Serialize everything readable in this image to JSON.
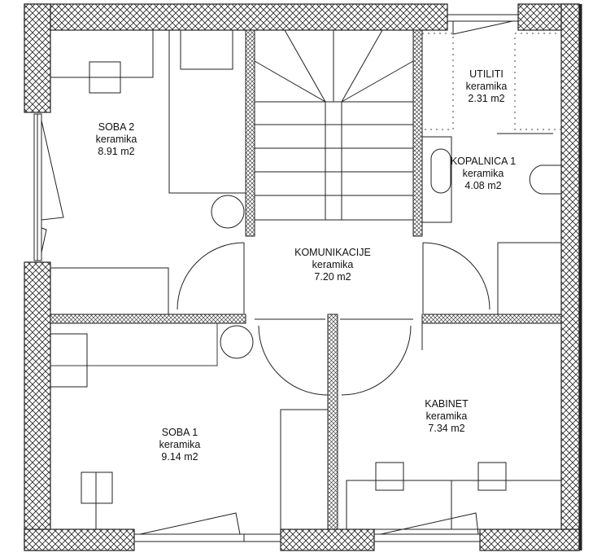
{
  "rooms": [
    {
      "name": "SOBA 2",
      "floor": "keramika",
      "area": "8.91 m2"
    },
    {
      "name": "UTILITI",
      "floor": "keramika",
      "area": "2.31 m2"
    },
    {
      "name": "KOPALNICA 1",
      "floor": "keramika",
      "area": "4.08 m2"
    },
    {
      "name": "KOMUNIKACIJE",
      "floor": "keramika",
      "area": "7.20 m2"
    },
    {
      "name": "SOBA 1",
      "floor": "keramika",
      "area": "9.14 m2"
    },
    {
      "name": "KABINET",
      "floor": "keramika",
      "area": "7.34 m2"
    }
  ]
}
